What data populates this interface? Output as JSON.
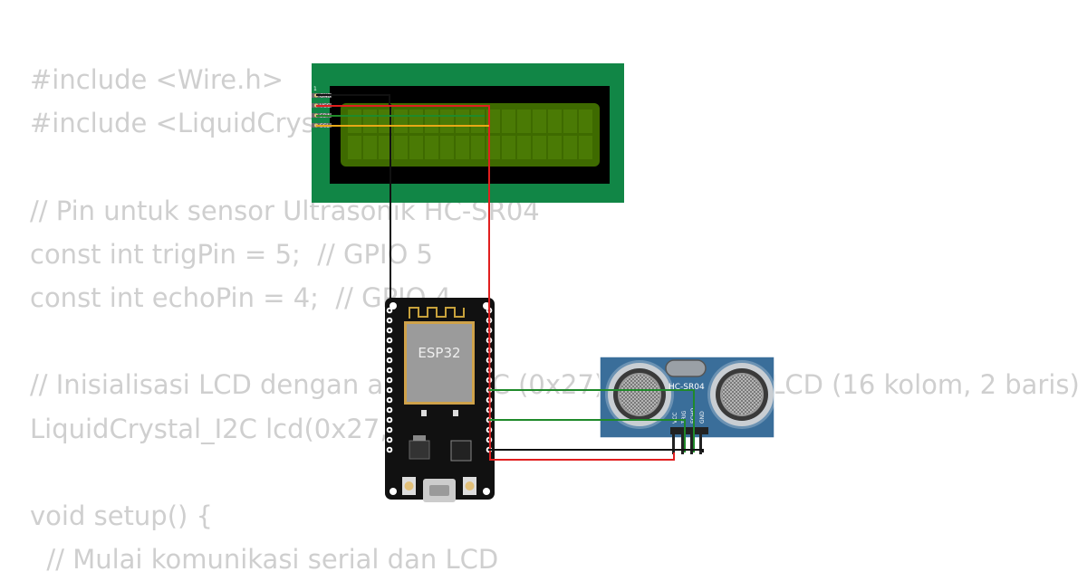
{
  "code_lines": [
    "#include <Wire.h>",
    "#include <LiquidCrystal_I2C.h>",
    "",
    "// Pin untuk sensor Ultrasonik HC-SR04",
    "const int trigPin = 5;  // GPIO 5",
    "const int echoPin = 4;  // GPIO 4",
    "",
    "// Inisialisasi LCD dengan alamat I2C (0x27) dan ukuran LCD (16 kolom, 2 baris)",
    "LiquidCrystal_I2C lcd(0x27, 16, 2);",
    "",
    "void setup() {",
    "  // Mulai komunikasi serial dan LCD"
  ],
  "lcd": {
    "pin_labels": [
      "GND",
      "VCC",
      "SDA",
      "SCL"
    ],
    "pin_number": "1"
  },
  "esp32": {
    "label": "ESP32"
  },
  "sensor": {
    "label": "HC-SR04",
    "pin_labels": [
      "VCC",
      "TRIG",
      "ECHO",
      "GND"
    ]
  },
  "colors": {
    "code_text": "#cfcfcf",
    "lcd_board": "#118646",
    "lcd_screen": "#3e6a00",
    "esp32_board": "#111111",
    "sensor_board": "#3a6e9a",
    "wire_power": "#e11f1f",
    "wire_ground": "#111111",
    "wire_signal": "#1f8a2a",
    "wire_i2c": "#e8a817"
  }
}
